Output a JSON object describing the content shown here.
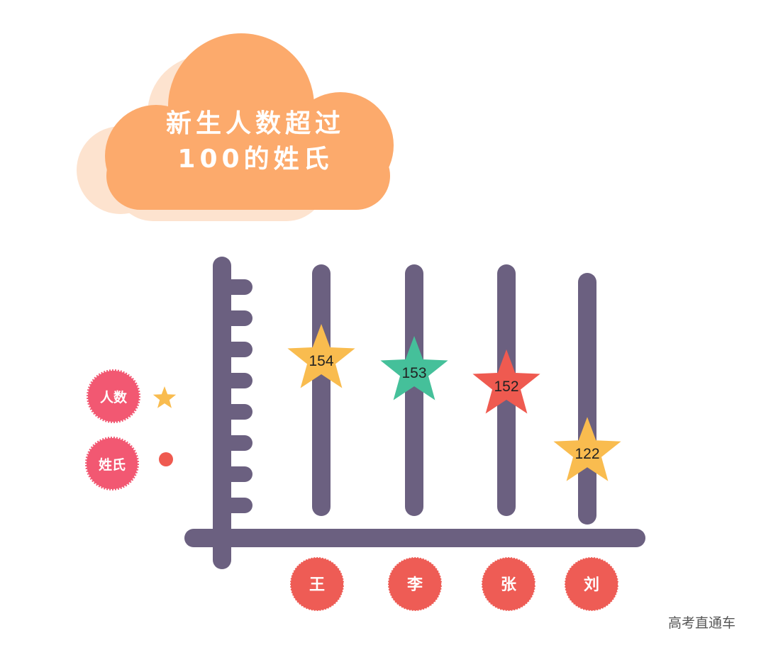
{
  "chart_data": {
    "type": "bar",
    "title": "新生人数超过100的姓氏",
    "title_lines": [
      "新生人数超过",
      "100的姓氏"
    ],
    "categories": [
      "王",
      "李",
      "张",
      "刘"
    ],
    "values": [
      154,
      153,
      152,
      122
    ],
    "marker_colors": [
      "#f9bc4f",
      "#45c09a",
      "#ef5a50",
      "#f9bc4f"
    ],
    "legend": [
      {
        "label": "人数",
        "marker": "star",
        "color": "#f9bc4f"
      },
      {
        "label": "姓氏",
        "marker": "circle",
        "color": "#ef5a50"
      }
    ],
    "xlabel": "",
    "ylabel": ""
  },
  "colors": {
    "axis": "#6b6080",
    "cloud": "#fcaa6c",
    "cloud_shadow": "#fde3cf",
    "category_badge": "#ee5c55",
    "legend_badge": "#f25872"
  },
  "watermark": "高考直通车"
}
